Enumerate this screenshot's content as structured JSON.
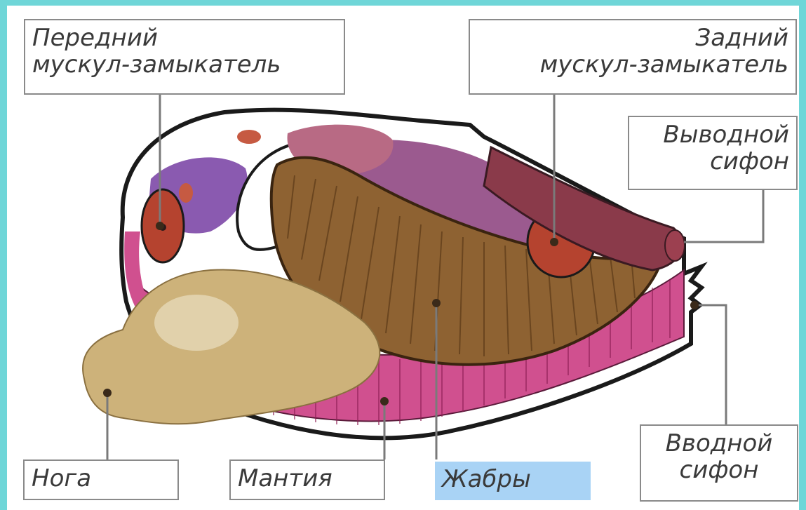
{
  "labels": {
    "anterior_muscle": "Передний\nмускул-замыкатель",
    "posterior_muscle": "Задний\nмускул-замыкатель",
    "exhalant_siphon": "Выводной\nсифон",
    "inhalant_siphon": "Вводной\nсифон",
    "foot": "Нога",
    "mantle": "Мантия",
    "gills": "Жабры"
  },
  "colors": {
    "frame": "#6fd6d8",
    "highlight": "#a9d3f5",
    "muscle": "#b5432f",
    "gills": "#8e6232",
    "foot": "#cdb27a",
    "mantle": "#d0508f",
    "organ": "#9b5a8f",
    "purple": "#8a5ab0"
  }
}
